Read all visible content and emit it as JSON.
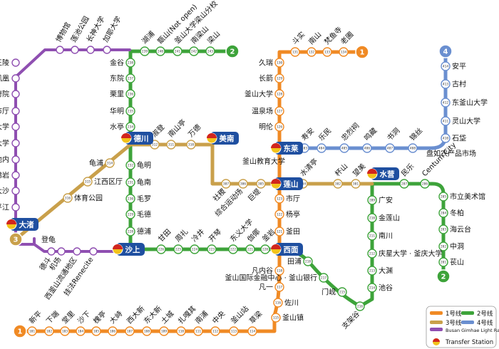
{
  "colors": {
    "line1": "#F08A24",
    "line2": "#3DA33A",
    "line3": "#C9A04B",
    "line4": "#6A8FD0",
    "bgl": "#8F4FB1",
    "hub_fill": "#1F4FA0"
  },
  "lines": [
    {
      "id": "line1",
      "number": "1"
    },
    {
      "id": "line2",
      "number": "2"
    },
    {
      "id": "line3",
      "number": "3"
    },
    {
      "id": "line4",
      "number": "4"
    }
  ],
  "transfer_hubs": [
    {
      "id": "deojeo",
      "label": "大渚"
    },
    {
      "id": "sasang",
      "label": "沙上"
    },
    {
      "id": "seomyeon",
      "label": "西面"
    },
    {
      "id": "yeonsan",
      "label": "莲山"
    },
    {
      "id": "dongnae",
      "label": "东莱"
    },
    {
      "id": "minam",
      "label": "美南"
    },
    {
      "id": "deokcheon",
      "label": "德川"
    },
    {
      "id": "suyeong",
      "label": "水营"
    }
  ],
  "stations": [
    {
      "id": "l1-101",
      "name": "新平",
      "code": "101"
    },
    {
      "id": "l1-102",
      "name": "下端",
      "code": "102"
    },
    {
      "id": "l1-103",
      "name": "堂里",
      "code": "103"
    },
    {
      "id": "l1-104",
      "name": "沙下",
      "code": "104"
    },
    {
      "id": "l1-105",
      "name": "槐亭",
      "code": "105"
    },
    {
      "id": "l1-106",
      "name": "大峙",
      "code": "106"
    },
    {
      "id": "l1-107",
      "name": "西大新",
      "code": "107"
    },
    {
      "id": "l1-108",
      "name": "东大新",
      "code": "108"
    },
    {
      "id": "l1-109",
      "name": "土城",
      "code": "109"
    },
    {
      "id": "l1-110",
      "name": "扎嘎其",
      "code": "110"
    },
    {
      "id": "l1-111",
      "name": "南浦",
      "code": "111"
    },
    {
      "id": "l1-112",
      "name": "中央",
      "code": "112"
    },
    {
      "id": "l1-113",
      "name": "釜山站",
      "code": "113"
    },
    {
      "id": "l1-114",
      "name": "草梁",
      "code": "114"
    },
    {
      "id": "l1-115",
      "name": "釜山镇",
      "code": "115"
    },
    {
      "id": "l1-116",
      "name": "佐川",
      "code": "116"
    },
    {
      "id": "l1-117",
      "name": "凡一",
      "code": "117"
    },
    {
      "id": "l1-118",
      "name": "凡内谷",
      "code": "118"
    },
    {
      "id": "l1-121",
      "name": "釜田",
      "code": "121"
    },
    {
      "id": "l1-122",
      "name": "杨亭",
      "code": "122"
    },
    {
      "id": "l1-123",
      "name": "市厅",
      "code": "123"
    },
    {
      "id": "l1-126",
      "name": "明伦",
      "code": "126"
    },
    {
      "id": "l1-127",
      "name": "温泉场",
      "code": "127"
    },
    {
      "id": "l1-128",
      "name": "釜山大学",
      "code": "128"
    },
    {
      "id": "l1-129",
      "name": "长箭",
      "code": "129"
    },
    {
      "id": "l1-130",
      "name": "久瑞",
      "code": "130"
    },
    {
      "id": "l1-131",
      "name": "斗实",
      "code": "131"
    },
    {
      "id": "l1-132",
      "name": "南山",
      "code": "132"
    },
    {
      "id": "l1-133",
      "name": "梵鱼寺",
      "code": "133"
    },
    {
      "id": "l1-134",
      "name": "老圃",
      "code": "134"
    },
    {
      "id": "l2-201",
      "name": "苌山",
      "code": "201"
    },
    {
      "id": "l2-202",
      "name": "中洞",
      "code": "202"
    },
    {
      "id": "l2-203",
      "name": "海云台",
      "code": "203"
    },
    {
      "id": "l2-204",
      "name": "冬柏",
      "code": "204"
    },
    {
      "id": "l2-205",
      "name": "市立美术馆",
      "code": "205"
    },
    {
      "id": "l2-206",
      "name": "Centum City",
      "code": "206"
    },
    {
      "id": "l2-207",
      "name": "民乐",
      "code": "207"
    },
    {
      "id": "l2-209",
      "name": "广安",
      "code": "209"
    },
    {
      "id": "l2-210",
      "name": "金莲山",
      "code": "210"
    },
    {
      "id": "l2-211",
      "name": "南川",
      "code": "211"
    },
    {
      "id": "l2-212",
      "name": "庆星大学 · 釜庆大学",
      "code": "212"
    },
    {
      "id": "l2-213",
      "name": "大渊",
      "code": "213"
    },
    {
      "id": "l2-214",
      "name": "池谷",
      "code": "214"
    },
    {
      "id": "l2-215",
      "name": "门岘",
      "code": "215"
    },
    {
      "id": "l2-216",
      "name": "支架谷",
      "code": "216"
    },
    {
      "id": "l2-217",
      "name": "釜山国际金融中心 · 釜山银行",
      "code": "217"
    },
    {
      "id": "l2-218",
      "name": "田浦",
      "code": "218"
    },
    {
      "id": "l2-220",
      "name": "釜岩",
      "code": "220"
    },
    {
      "id": "l2-221",
      "name": "伽倻",
      "code": "221"
    },
    {
      "id": "l2-222",
      "name": "东义大学",
      "code": "222"
    },
    {
      "id": "l2-223",
      "name": "开琴",
      "code": "223"
    },
    {
      "id": "l2-224",
      "name": "冷井",
      "code": "224"
    },
    {
      "id": "l2-225",
      "name": "周礼",
      "code": "225"
    },
    {
      "id": "l2-226",
      "name": "甘田",
      "code": "226"
    },
    {
      "id": "l2-228",
      "name": "德浦",
      "code": "228"
    },
    {
      "id": "l2-229",
      "name": "毛德",
      "code": "229"
    },
    {
      "id": "l2-230",
      "name": "毛罗",
      "code": "230"
    },
    {
      "id": "l2-231",
      "name": "龟南",
      "code": "231"
    },
    {
      "id": "l2-232",
      "name": "龟明",
      "code": "232"
    },
    {
      "id": "l2-234",
      "name": "水亭",
      "code": "234"
    },
    {
      "id": "l2-235",
      "name": "华明",
      "code": "235"
    },
    {
      "id": "l2-236",
      "name": "栗里",
      "code": "236"
    },
    {
      "id": "l2-237",
      "name": "东院",
      "code": "237"
    },
    {
      "id": "l2-238",
      "name": "金谷",
      "code": "238"
    },
    {
      "id": "l2-239",
      "name": "湖浦",
      "code": "239"
    },
    {
      "id": "l2-240",
      "name": "甑山(Not open)",
      "code": "240"
    },
    {
      "id": "l2-241",
      "name": "釜山大学梁山分校",
      "code": "241"
    },
    {
      "id": "l2-242",
      "name": "南梁山",
      "code": "242"
    },
    {
      "id": "l2-243",
      "name": "梁山",
      "code": "243"
    },
    {
      "id": "l3-301",
      "name": "望美",
      "code": "301"
    },
    {
      "id": "l3-302",
      "name": "杯山",
      "code": "302"
    },
    {
      "id": "l3-304",
      "name": "水清亭",
      "code": "304"
    },
    {
      "id": "l3-305",
      "name": "巨堤",
      "code": "305"
    },
    {
      "id": "l3-306",
      "name": "综合运动场",
      "code": "306"
    },
    {
      "id": "l3-307",
      "name": "社稷",
      "code": "307"
    },
    {
      "id": "l3-308",
      "name": "釜山教育大学",
      "code": "308"
    },
    {
      "id": "l3-310",
      "name": "万德",
      "code": "310"
    },
    {
      "id": "l3-311",
      "name": "南山亭",
      "code": "311"
    },
    {
      "id": "l3-312",
      "name": "淑登",
      "code": "312"
    },
    {
      "id": "l3-314",
      "name": "龟浦",
      "code": "314"
    },
    {
      "id": "l3-315",
      "name": "江西区厅",
      "code": "315"
    },
    {
      "id": "l3-316",
      "name": "体育公园",
      "code": "316"
    },
    {
      "id": "l4-403",
      "name": "寿安",
      "code": "403"
    },
    {
      "id": "l4-404",
      "name": "乐民",
      "code": "404"
    },
    {
      "id": "l4-405",
      "name": "忠烈祠",
      "code": "405"
    },
    {
      "id": "l4-406",
      "name": "鸣藏",
      "code": "406"
    },
    {
      "id": "l4-407",
      "name": "书洞",
      "code": "407"
    },
    {
      "id": "l4-408",
      "name": "锦丝",
      "code": "408"
    },
    {
      "id": "l4-409",
      "name": "盘如农产品市场",
      "code": "409"
    },
    {
      "id": "l4-410",
      "name": "石垈",
      "code": "410"
    },
    {
      "id": "l4-411",
      "name": "灵山大学",
      "code": "411"
    },
    {
      "id": "l4-412",
      "name": "东釜山大学",
      "code": "412"
    },
    {
      "id": "l4-413",
      "name": "古村",
      "code": "413"
    },
    {
      "id": "l4-414",
      "name": "安平",
      "code": "414"
    },
    {
      "id": "bgl-1",
      "name": "首露王陵",
      "code": ""
    },
    {
      "id": "bgl-2",
      "name": "凤凰",
      "code": ""
    },
    {
      "id": "bgl-3",
      "name": "府院",
      "code": ""
    },
    {
      "id": "bgl-4",
      "name": "金海市厅",
      "code": ""
    },
    {
      "id": "bgl-5",
      "name": "仁济大学",
      "code": ""
    },
    {
      "id": "bgl-6",
      "name": "金海大学",
      "code": ""
    },
    {
      "id": "bgl-7",
      "name": "池内",
      "code": ""
    },
    {
      "id": "bgl-8",
      "name": "佛岩",
      "code": ""
    },
    {
      "id": "bgl-9",
      "name": "大沙",
      "code": ""
    },
    {
      "id": "bgl-10",
      "name": "平江",
      "code": ""
    },
    {
      "id": "bgl-11",
      "name": "博物馆",
      "code": ""
    },
    {
      "id": "bgl-12",
      "name": "莲池公园",
      "code": ""
    },
    {
      "id": "bgl-13",
      "name": "长神大学",
      "code": ""
    },
    {
      "id": "bgl-14",
      "name": "加耶大学",
      "code": ""
    },
    {
      "id": "bgl-15",
      "name": "登龟",
      "code": ""
    },
    {
      "id": "bgl-16",
      "name": "德斗",
      "code": ""
    },
    {
      "id": "bgl-17",
      "name": "机场",
      "code": ""
    },
    {
      "id": "bgl-18",
      "name": "西釜山流通地区",
      "code": ""
    },
    {
      "id": "bgl-19",
      "name": "挂法Renecite",
      "code": ""
    }
  ],
  "legend": {
    "line1": "1号线",
    "line2": "2号线",
    "line3": "3号线",
    "line4": "4号线",
    "bgl": "Busan Gimhae Light Rail Transit",
    "transfer": "Transfer Station"
  }
}
